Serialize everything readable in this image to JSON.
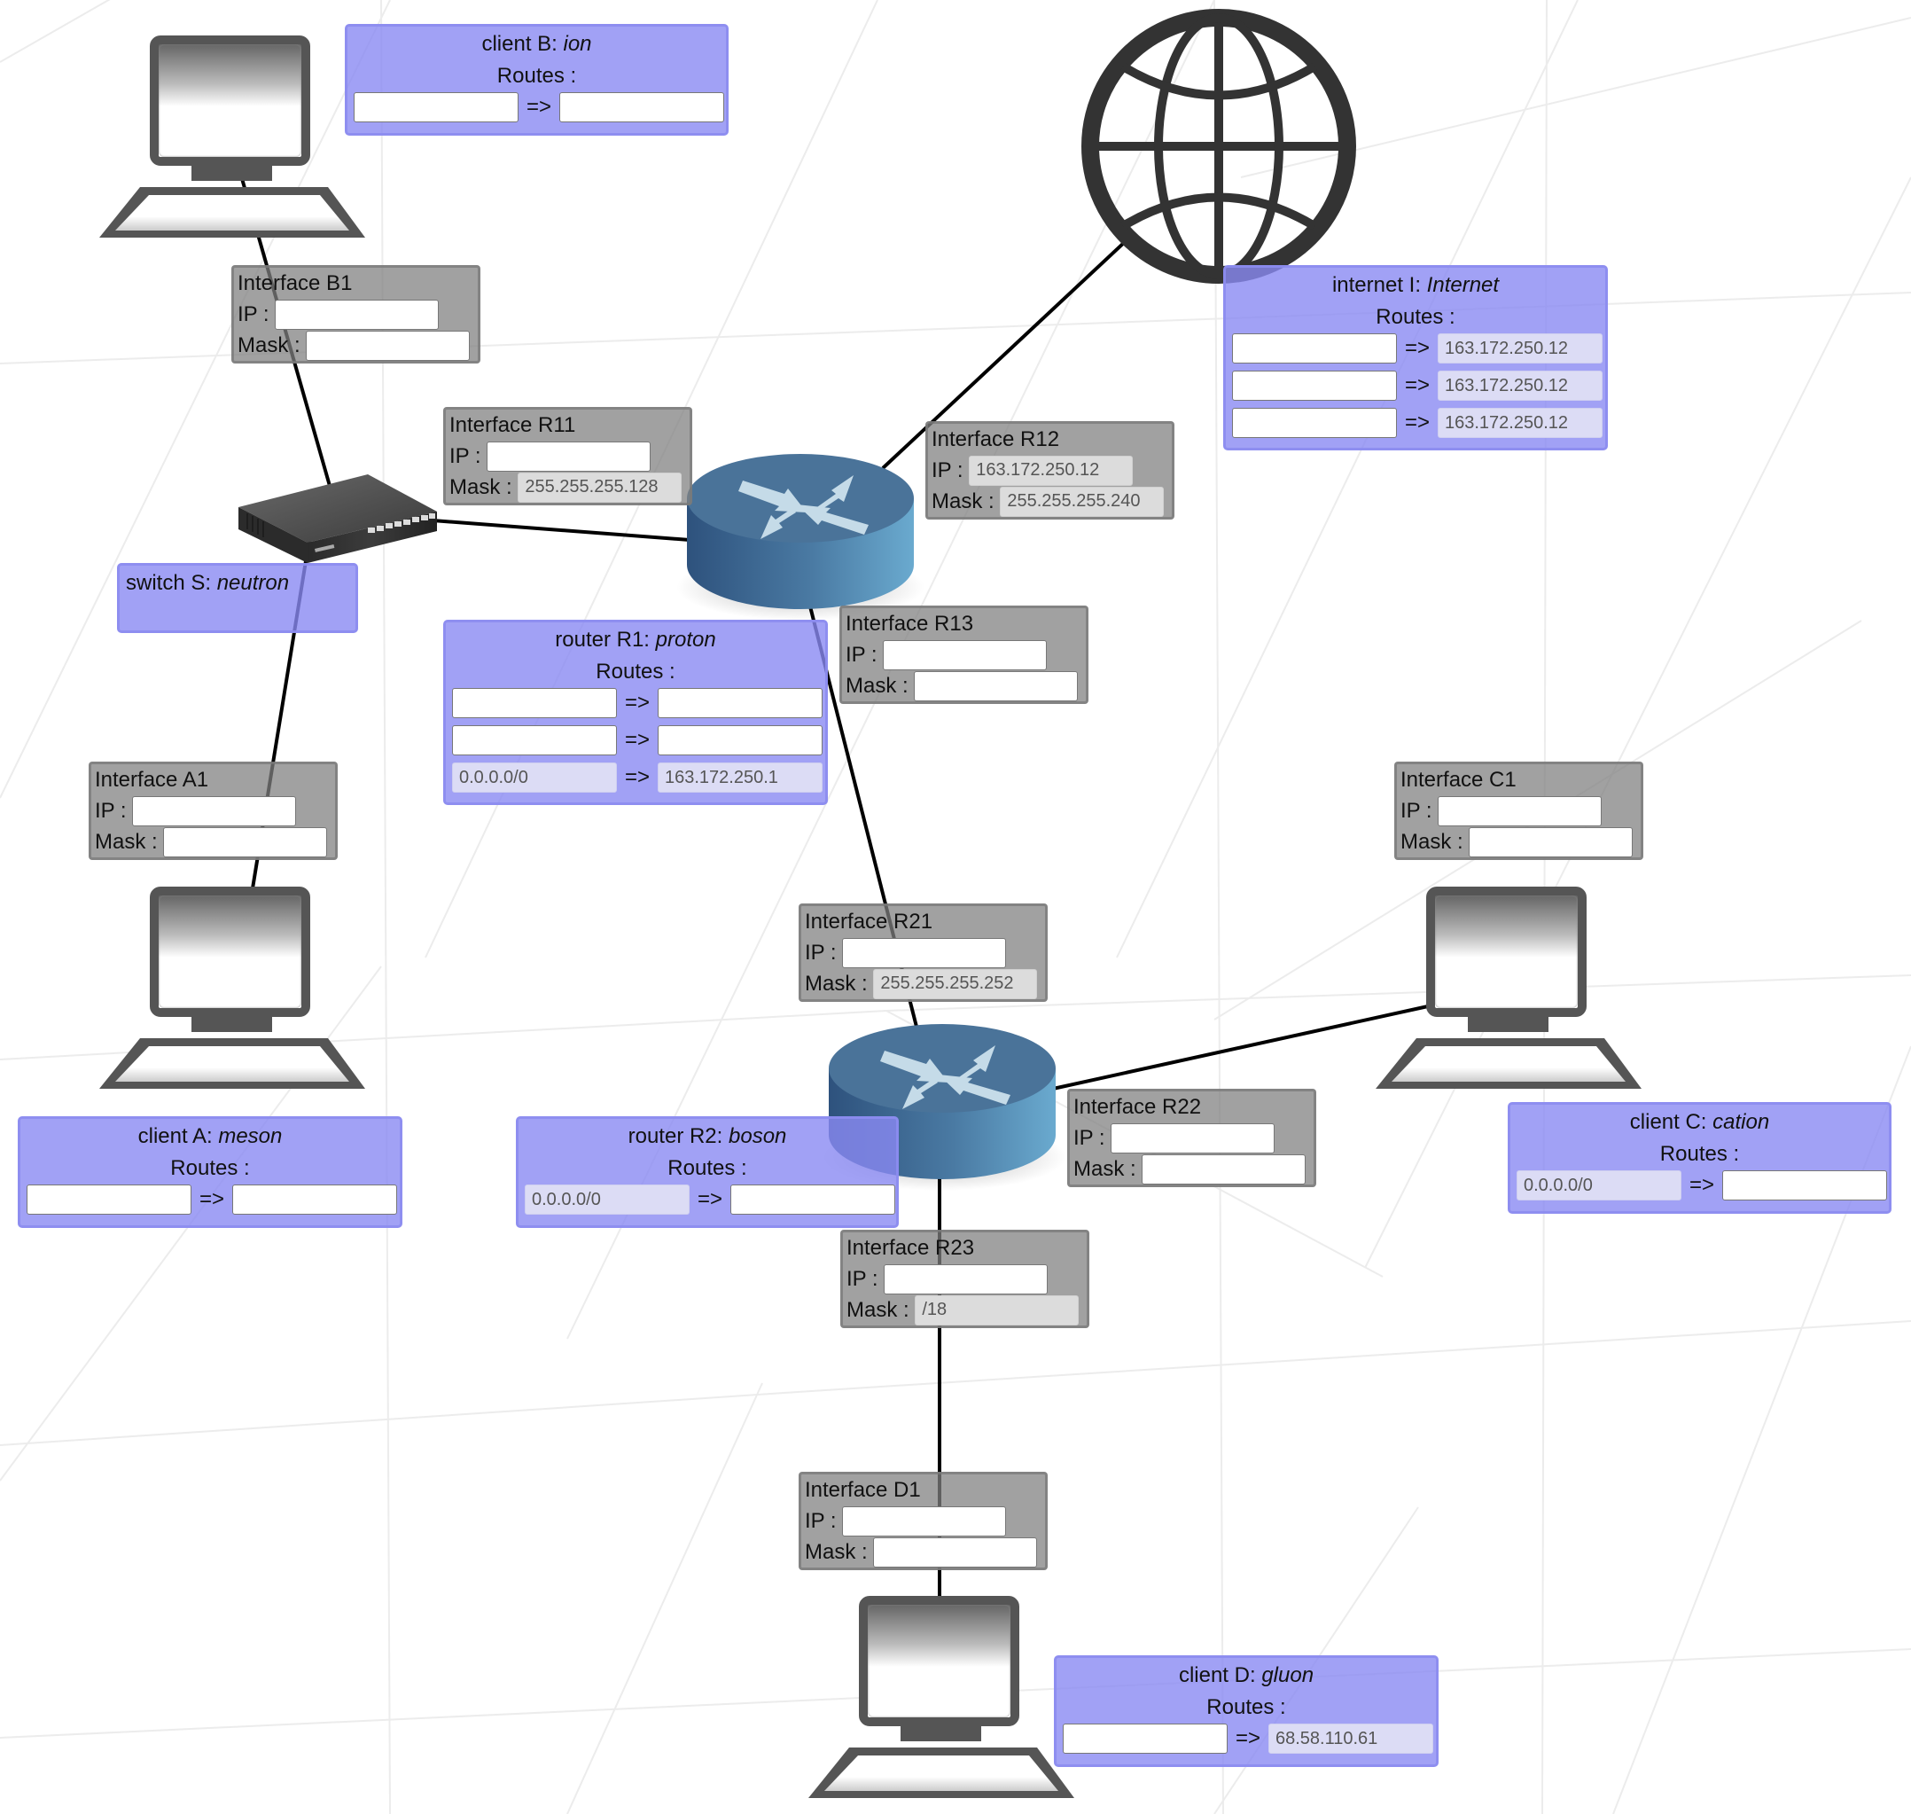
{
  "diagram": {
    "type": "network-topology",
    "arrow_symbol": "=>"
  },
  "labels": {
    "routes": "Routes :",
    "ip": "IP : ",
    "mask": "Mask : "
  },
  "devices": {
    "client_b": {
      "kind": "client",
      "id": "B",
      "name": "ion",
      "prefix": "client B: ",
      "routes": [
        {
          "dest": "",
          "gateway": ""
        }
      ]
    },
    "client_a": {
      "kind": "client",
      "id": "A",
      "name": "meson",
      "prefix": "client A: ",
      "routes": [
        {
          "dest": "",
          "gateway": ""
        }
      ]
    },
    "client_c": {
      "kind": "client",
      "id": "C",
      "name": "cation",
      "prefix": "client C: ",
      "routes": [
        {
          "dest": "0.0.0.0/0",
          "gateway": ""
        }
      ]
    },
    "client_d": {
      "kind": "client",
      "id": "D",
      "name": "gluon",
      "prefix": "client D: ",
      "routes": [
        {
          "dest": "",
          "gateway": "68.58.110.61"
        }
      ]
    },
    "switch_s": {
      "kind": "switch",
      "id": "S",
      "name": "neutron",
      "prefix": "switch S: "
    },
    "router_r1": {
      "kind": "router",
      "id": "R1",
      "name": "proton",
      "prefix": "router R1: ",
      "routes": [
        {
          "dest": "",
          "gateway": ""
        },
        {
          "dest": "",
          "gateway": ""
        },
        {
          "dest": "0.0.0.0/0",
          "gateway": "163.172.250.1"
        }
      ]
    },
    "router_r2": {
      "kind": "router",
      "id": "R2",
      "name": "boson",
      "prefix": "router R2: ",
      "routes": [
        {
          "dest": "0.0.0.0/0",
          "gateway": ""
        }
      ]
    },
    "internet_i": {
      "kind": "internet",
      "id": "I",
      "name": "Internet",
      "prefix": "internet I: ",
      "routes": [
        {
          "dest": "",
          "gateway": "163.172.250.12"
        },
        {
          "dest": "",
          "gateway": "163.172.250.12"
        },
        {
          "dest": "",
          "gateway": "163.172.250.12"
        }
      ]
    }
  },
  "interfaces": {
    "b1": {
      "title": "Interface B1",
      "ip": "",
      "mask": ""
    },
    "r11": {
      "title": "Interface R11",
      "ip": "",
      "mask": "255.255.255.128"
    },
    "r12": {
      "title": "Interface R12",
      "ip": "163.172.250.12",
      "mask": "255.255.255.240"
    },
    "r13": {
      "title": "Interface R13",
      "ip": "",
      "mask": ""
    },
    "a1": {
      "title": "Interface A1",
      "ip": "",
      "mask": ""
    },
    "r21": {
      "title": "Interface R21",
      "ip": "",
      "mask": "255.255.255.252"
    },
    "r22": {
      "title": "Interface R22",
      "ip": "",
      "mask": ""
    },
    "r23": {
      "title": "Interface R23",
      "ip": "",
      "mask": "/18"
    },
    "c1": {
      "title": "Interface C1",
      "ip": "",
      "mask": ""
    },
    "d1": {
      "title": "Interface D1",
      "ip": "",
      "mask": ""
    }
  },
  "links": [
    [
      "client_b",
      "b1",
      "switch_s"
    ],
    [
      "switch_s",
      "a1",
      "client_a"
    ],
    [
      "switch_s",
      "r11",
      "router_r1"
    ],
    [
      "router_r1",
      "r12",
      "internet_i"
    ],
    [
      "router_r1",
      "r13",
      "r21",
      "router_r2"
    ],
    [
      "router_r2",
      "r22",
      "c1",
      "client_c"
    ],
    [
      "router_r2",
      "r23",
      "d1",
      "client_d"
    ]
  ],
  "colors": {
    "node_box": "#a0a0f6",
    "interface_box": "#a0a0a0",
    "router_top": "#4a7399",
    "router_side_dark": "#2f5580",
    "router_side_light": "#6aa8cc",
    "router_arrows": "#c5dbe8",
    "computer_frame": "#555555",
    "globe": "#333333",
    "link": "#000000"
  }
}
